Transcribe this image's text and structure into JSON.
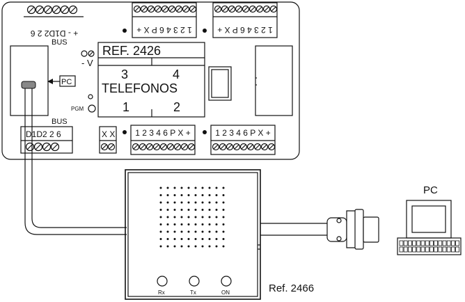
{
  "board": {
    "ref_label": "REF. 2426",
    "phone_3": "3",
    "phone_4": "4",
    "telefonos": "TELEFONOS",
    "phone_1": "1",
    "phone_2": "2",
    "bus_top": "BUS",
    "bus_bottom": "BUS",
    "v_label": "- V",
    "pc_tag": "PC",
    "pgm_label": "PGM",
    "top_left_terminal_text": "+ - D1D2 2 6",
    "top_mid_terminal_text": "1 2 3 4 6 P X +",
    "top_right_terminal_text": "1 2 3 4 6 P X +",
    "bottom_left_terminal_text": "D1D2 2 6",
    "bottom_xx_text": "X X",
    "bottom_mid_terminal_text": "1 2 3 4 6 P X +",
    "bottom_right_terminal_text": "1 2 3 4 6 P X +"
  },
  "interface": {
    "led_rx": "Rx",
    "led_tx": "Tx",
    "led_on": "ON",
    "ref_label": "Ref. 2466"
  },
  "computer": {
    "label": "PC"
  }
}
